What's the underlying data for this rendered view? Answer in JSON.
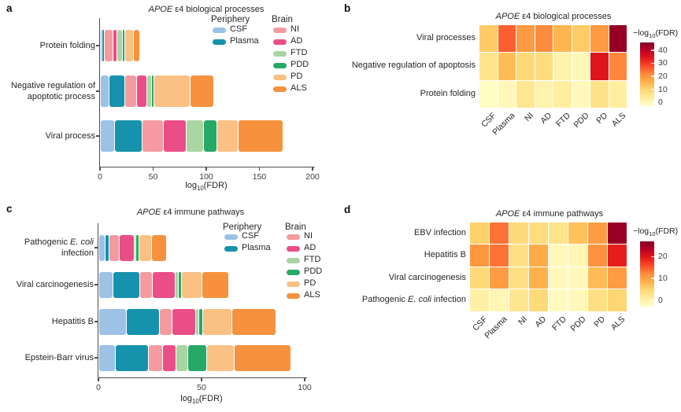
{
  "colors": {
    "axis": "#4d4d4d",
    "text": "#262626",
    "tick_text": "#3c3c3c",
    "colormap": [
      "#ffffcc",
      "#ffeda0",
      "#fed976",
      "#feb24c",
      "#fd8d3c",
      "#fc4e2a",
      "#e31a1c",
      "#bd0026",
      "#800026"
    ],
    "series": {
      "CSF": "#9cc2e5",
      "Plasma": "#1692ac",
      "NI": "#f59b9f",
      "AD": "#ea4e87",
      "FTD": "#a9d5a2",
      "PDD": "#27a966",
      "PD": "#fac084",
      "ALS": "#f6923d"
    }
  },
  "panels": {
    "a": {
      "letter": "a",
      "title_runs": [
        {
          "t": "APOE",
          "i": true
        },
        {
          "t": " ε4 biological processes"
        }
      ],
      "chart_data": {
        "type": "bar",
        "stacked": true,
        "orientation": "horizontal",
        "xlabel_runs": [
          {
            "t": "log"
          },
          {
            "t": "10",
            "sub": true
          },
          {
            "t": "(FDR)"
          }
        ],
        "xlim": [
          0,
          200
        ],
        "xticks": [
          0,
          50,
          100,
          150,
          200
        ],
        "categories": [
          {
            "lines": [
              [
                {
                  "t": "Protein folding"
                }
              ]
            ]
          },
          {
            "lines": [
              [
                {
                  "t": "Negative regulation of"
                }
              ],
              [
                {
                  "t": "apoptotic process"
                }
              ]
            ]
          },
          {
            "lines": [
              [
                {
                  "t": "Viral process"
                }
              ]
            ]
          }
        ],
        "series": [
          {
            "name": "CSF",
            "group": "Periphery",
            "values": [
              1,
              8,
              13
            ]
          },
          {
            "name": "Plasma",
            "group": "Periphery",
            "values": [
              2.5,
              15,
              26
            ]
          },
          {
            "name": "NI",
            "group": "Brain",
            "values": [
              7.5,
              11,
              20
            ]
          },
          {
            "name": "AD",
            "group": "Brain",
            "values": [
              4,
              10,
              22
            ]
          },
          {
            "name": "FTD",
            "group": "Brain",
            "values": [
              5.5,
              4,
              16
            ]
          },
          {
            "name": "PDD",
            "group": "Brain",
            "values": [
              2,
              2.5,
              13
            ]
          },
          {
            "name": "PD",
            "group": "Brain",
            "values": [
              8.5,
              34,
              20
            ]
          },
          {
            "name": "ALS",
            "group": "Brain",
            "values": [
              5.5,
              22.5,
              42
            ]
          }
        ],
        "legend": {
          "groups": [
            {
              "title": "Periphery",
              "keys": [
                "CSF",
                "Plasma"
              ]
            },
            {
              "title": "Brain",
              "keys": [
                "NI",
                "AD",
                "FTD",
                "PDD",
                "PD",
                "ALS"
              ]
            }
          ]
        }
      }
    },
    "b": {
      "letter": "b",
      "title_runs": [
        {
          "t": "APOE",
          "i": true
        },
        {
          "t": " ε4 biological processes"
        }
      ],
      "chart_data": {
        "type": "heatmap",
        "rows": [
          {
            "runs": [
              {
                "t": "Viral processes"
              }
            ]
          },
          {
            "runs": [
              {
                "t": "Negative regulation of apoptosis"
              }
            ]
          },
          {
            "runs": [
              {
                "t": "Protein folding"
              }
            ]
          }
        ],
        "cols": [
          "CSF",
          "Plasma",
          "NI",
          "AD",
          "FTD",
          "PDD",
          "PD",
          "ALS"
        ],
        "values": [
          [
            13,
            26,
            20,
            22,
            16,
            13,
            20,
            42
          ],
          [
            8,
            15,
            11,
            10,
            4,
            2.5,
            34,
            22.5
          ],
          [
            1,
            2.5,
            7.5,
            4,
            5.5,
            2,
            8.5,
            5.5
          ]
        ],
        "vmin": 0,
        "vmax": 44,
        "colorbar": {
          "label_runs": [
            {
              "t": "−log"
            },
            {
              "t": "10",
              "sub": true
            },
            {
              "t": "(FDR)"
            }
          ],
          "ticks": [
            40,
            30,
            20,
            10,
            0
          ]
        }
      }
    },
    "c": {
      "letter": "c",
      "title_runs": [
        {
          "t": "APOE",
          "i": true
        },
        {
          "t": " ε4 immune pathways"
        }
      ],
      "chart_data": {
        "type": "bar",
        "stacked": true,
        "orientation": "horizontal",
        "xlabel_runs": [
          {
            "t": "log"
          },
          {
            "t": "10",
            "sub": true
          },
          {
            "t": "(FDR)"
          }
        ],
        "xlim": [
          0,
          100
        ],
        "xticks": [
          0,
          50,
          100
        ],
        "categories": [
          {
            "lines": [
              [
                {
                  "t": "Pathogenic "
                },
                {
                  "t": "E. coli",
                  "i": true
                }
              ],
              [
                {
                  "t": "infection"
                }
              ]
            ]
          },
          {
            "lines": [
              [
                {
                  "t": "Viral carcinogenesis"
                }
              ]
            ]
          },
          {
            "lines": [
              [
                {
                  "t": "Hepatitis B"
                }
              ]
            ]
          },
          {
            "lines": [
              [
                {
                  "t": "Epstein-Barr virus"
                }
              ]
            ]
          }
        ],
        "series": [
          {
            "name": "CSF",
            "group": "Periphery",
            "values": [
              3,
              7,
              13.5,
              8
            ]
          },
          {
            "name": "Plasma",
            "group": "Periphery",
            "values": [
              2,
              13,
              16,
              16
            ]
          },
          {
            "name": "NI",
            "group": "Brain",
            "values": [
              5,
              6,
              6,
              7
            ]
          },
          {
            "name": "AD",
            "group": "Brain",
            "values": [
              7,
              11,
              11.5,
              6.5
            ]
          },
          {
            "name": "FTD",
            "group": "Brain",
            "values": [
              1,
              1.5,
              1.5,
              5.5
            ]
          },
          {
            "name": "PDD",
            "group": "Brain",
            "values": [
              1.5,
              1.5,
              2,
              9.5
            ]
          },
          {
            "name": "PD",
            "group": "Brain",
            "values": [
              6,
              10,
              14,
              13
            ]
          },
          {
            "name": "ALS",
            "group": "Brain",
            "values": [
              7.5,
              13,
              21.5,
              27.5
            ]
          }
        ],
        "legend": {
          "groups": [
            {
              "title": "Periphery",
              "keys": [
                "CSF",
                "Plasma"
              ]
            },
            {
              "title": "Brain",
              "keys": [
                "NI",
                "AD",
                "FTD",
                "PDD",
                "PD",
                "ALS"
              ]
            }
          ]
        }
      }
    },
    "d": {
      "letter": "d",
      "title_runs": [
        {
          "t": "APOE",
          "i": true
        },
        {
          "t": " ε4 immune pathways"
        }
      ],
      "chart_data": {
        "type": "heatmap",
        "rows": [
          {
            "runs": [
              {
                "t": "EBV infection"
              }
            ]
          },
          {
            "runs": [
              {
                "t": "Hepatitis B"
              }
            ]
          },
          {
            "runs": [
              {
                "t": "Viral carcinogenesis"
              }
            ]
          },
          {
            "runs": [
              {
                "t": "Pathogenic "
              },
              {
                "t": "E. coli",
                "i": true
              },
              {
                "t": " infection"
              }
            ]
          }
        ],
        "cols": [
          "CSF",
          "Plasma",
          "NI",
          "AD",
          "FTD",
          "PDD",
          "PD",
          "ALS"
        ],
        "values": [
          [
            8,
            16,
            7,
            6.5,
            5.5,
            9.5,
            13,
            27.5
          ],
          [
            13.5,
            16,
            6,
            11.5,
            1.5,
            2,
            14,
            21.5
          ],
          [
            7,
            13,
            6,
            11,
            1.5,
            1.5,
            10,
            13
          ],
          [
            3,
            2,
            5,
            7,
            1,
            1.5,
            6,
            7.5
          ]
        ],
        "vmin": 0,
        "vmax": 29,
        "colorbar": {
          "label_runs": [
            {
              "t": "−log"
            },
            {
              "t": "10",
              "sub": true
            },
            {
              "t": "(FDR)"
            }
          ],
          "ticks": [
            20,
            10,
            0
          ]
        }
      }
    }
  }
}
